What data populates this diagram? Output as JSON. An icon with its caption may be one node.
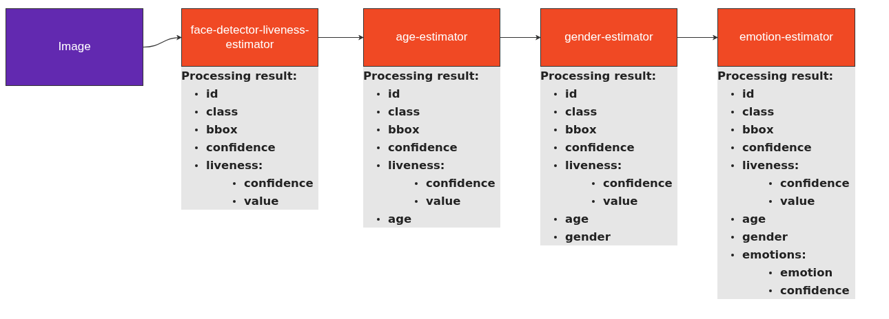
{
  "diagram": {
    "nodes": [
      {
        "text": [
          "Image"
        ]
      },
      {
        "text": [
          "face-detector-liveness-estimator"
        ]
      },
      {
        "text": [
          "age-estimator"
        ]
      },
      {
        "text": [
          "gender-estimator"
        ]
      },
      {
        "text": [
          "emotion-estimator"
        ]
      },
      {
        "text": [
          "Processing result:",
          "id",
          "class",
          "bbox",
          "confidence",
          "liveness:",
          "confidence",
          "value"
        ]
      },
      {
        "text": [
          "Processing result:",
          "id",
          "class",
          "bbox",
          "confidence",
          "liveness:",
          "confidence",
          "value",
          "age"
        ]
      },
      {
        "text": [
          "Processing result:",
          "id",
          "class",
          "bbox",
          "confidence",
          "liveness:",
          "confidence",
          "value",
          "age",
          "gender"
        ]
      },
      {
        "text": [
          "Processing result:",
          "id",
          "class",
          "bbox",
          "confidence",
          "liveness:",
          "confidence",
          "value",
          "age",
          "gender",
          "emotions:",
          "emotion",
          "confidence"
        ]
      }
    ],
    "edges": [
      {
        "from": 0,
        "to": 1,
        "arrow": "to"
      },
      {
        "from": 1,
        "to": 2,
        "arrow": "to"
      },
      {
        "from": 2,
        "to": 3,
        "arrow": "to"
      },
      {
        "from": 3,
        "to": 4,
        "arrow": "to"
      }
    ]
  }
}
